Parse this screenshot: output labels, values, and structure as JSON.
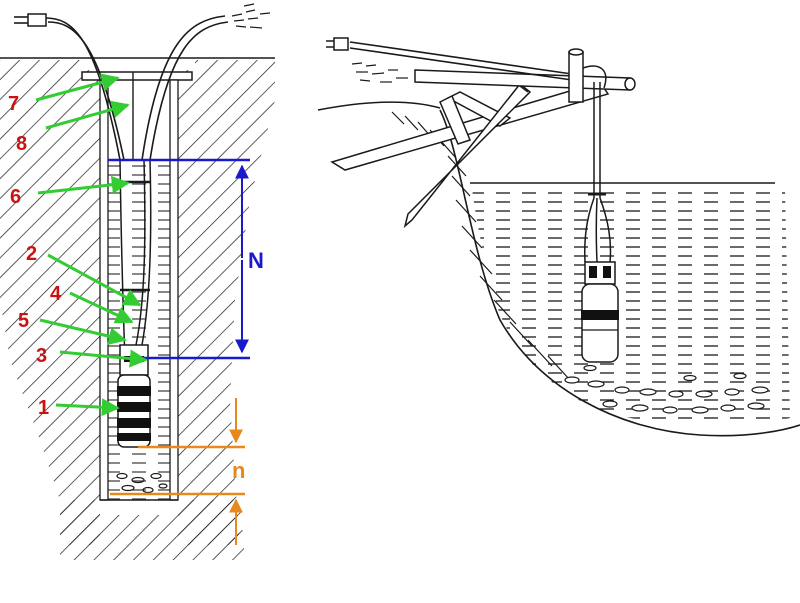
{
  "labels": {
    "n1": "1",
    "n2": "2",
    "n3": "3",
    "n4": "4",
    "n5": "5",
    "n6": "6",
    "n7": "7",
    "n8": "8",
    "big_n": "N",
    "small_n": "n"
  },
  "colors": {
    "line": "#1a1a1a",
    "label_red": "#cc1111",
    "arrow_green": "#33cc33",
    "dim_blue": "#1a1acc",
    "dim_orange": "#e8891e",
    "pump_dark": "#111111"
  }
}
